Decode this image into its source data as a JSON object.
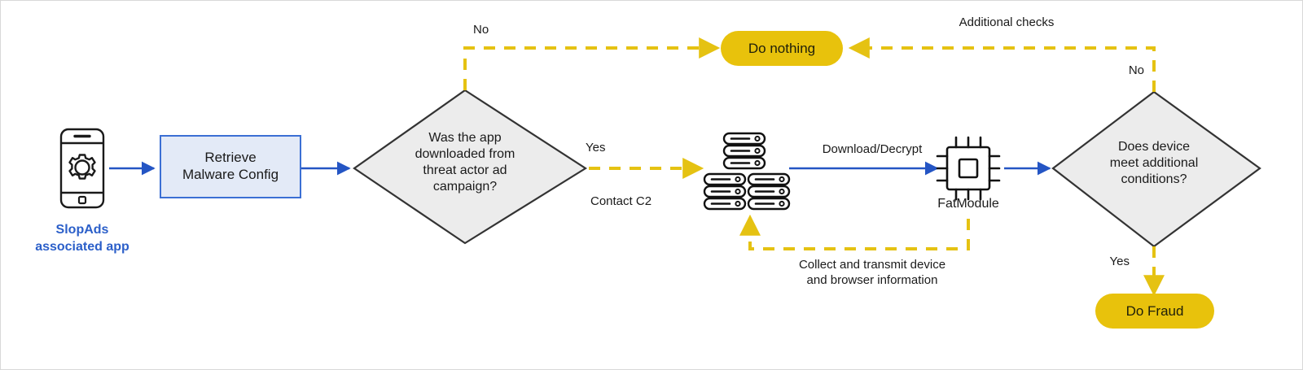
{
  "diagram": {
    "title": "SlopAds malware execution flow",
    "colors": {
      "yellow": "#E5C212",
      "yellow_fill": "#E8C20C",
      "blue": "#2B5FC9",
      "blue_arrow": "#2455C4",
      "box_fill": "#E3EAF7",
      "box_stroke": "#3B6FD4",
      "diamond_fill": "#ECECEC",
      "diamond_stroke": "#333333",
      "text": "#1a1a1a",
      "frame": "#d8d8d8",
      "background": "#ffffff"
    },
    "nodes": [
      {
        "id": "app",
        "type": "icon-phone-gear",
        "caption": "SlopAds\nassociated app"
      },
      {
        "id": "retrieve",
        "type": "process-box",
        "label": "Retrieve\nMalware Config"
      },
      {
        "id": "decision1",
        "type": "decision",
        "label": "Was the app\ndownloaded from\nthreat actor ad\ncampaign?"
      },
      {
        "id": "donothing",
        "type": "pill",
        "label": "Do nothing"
      },
      {
        "id": "c2",
        "type": "icon-servers",
        "caption": ""
      },
      {
        "id": "fatmodule",
        "type": "icon-chip",
        "caption": "FatModule"
      },
      {
        "id": "decision2",
        "type": "decision",
        "label": "Does device\nmeet additional\nconditions?"
      },
      {
        "id": "dofraud",
        "type": "pill",
        "label": "Do Fraud"
      }
    ],
    "edges": [
      {
        "id": "e1",
        "from": "app",
        "to": "retrieve",
        "style": "solid-blue",
        "label": ""
      },
      {
        "id": "e2",
        "from": "retrieve",
        "to": "decision1",
        "style": "solid-blue",
        "label": ""
      },
      {
        "id": "e3",
        "from": "decision1",
        "to": "donothing",
        "style": "dashed-yellow",
        "label": "No"
      },
      {
        "id": "e4",
        "from": "decision1",
        "to": "c2",
        "style": "dashed-yellow",
        "label": "Yes",
        "label2": "Contact C2"
      },
      {
        "id": "e5",
        "from": "c2",
        "to": "fatmodule",
        "style": "solid-blue",
        "label": "Download/Decrypt"
      },
      {
        "id": "e6",
        "from": "fatmodule",
        "to": "c2",
        "style": "dashed-yellow",
        "label": "Collect and transmit device\nand browser information"
      },
      {
        "id": "e7",
        "from": "fatmodule",
        "to": "decision2",
        "style": "solid-blue",
        "label": ""
      },
      {
        "id": "e8",
        "from": "decision2",
        "to": "donothing",
        "style": "dashed-yellow",
        "label": "Additional checks",
        "label2": "No"
      },
      {
        "id": "e9",
        "from": "decision2",
        "to": "dofraud",
        "style": "dashed-yellow",
        "label": "Yes"
      }
    ],
    "labels": {
      "app_caption": "SlopAds\nassociated app",
      "retrieve_box": "Retrieve\nMalware Config",
      "decision1": "Was the app\ndownloaded from\nthreat actor ad\ncampaign?",
      "do_nothing": "Do nothing",
      "edge_no_left": "No",
      "edge_yes": "Yes",
      "edge_contact_c2": "Contact C2",
      "edge_download_decrypt": "Download/Decrypt",
      "fatmodule_caption": "FatModule",
      "edge_collect": "Collect and transmit device\nand browser information",
      "edge_additional_checks": "Additional checks",
      "edge_no_right": "No",
      "decision2": "Does device\nmeet additional\nconditions?",
      "edge_yes_bottom": "Yes",
      "do_fraud": "Do Fraud"
    }
  }
}
